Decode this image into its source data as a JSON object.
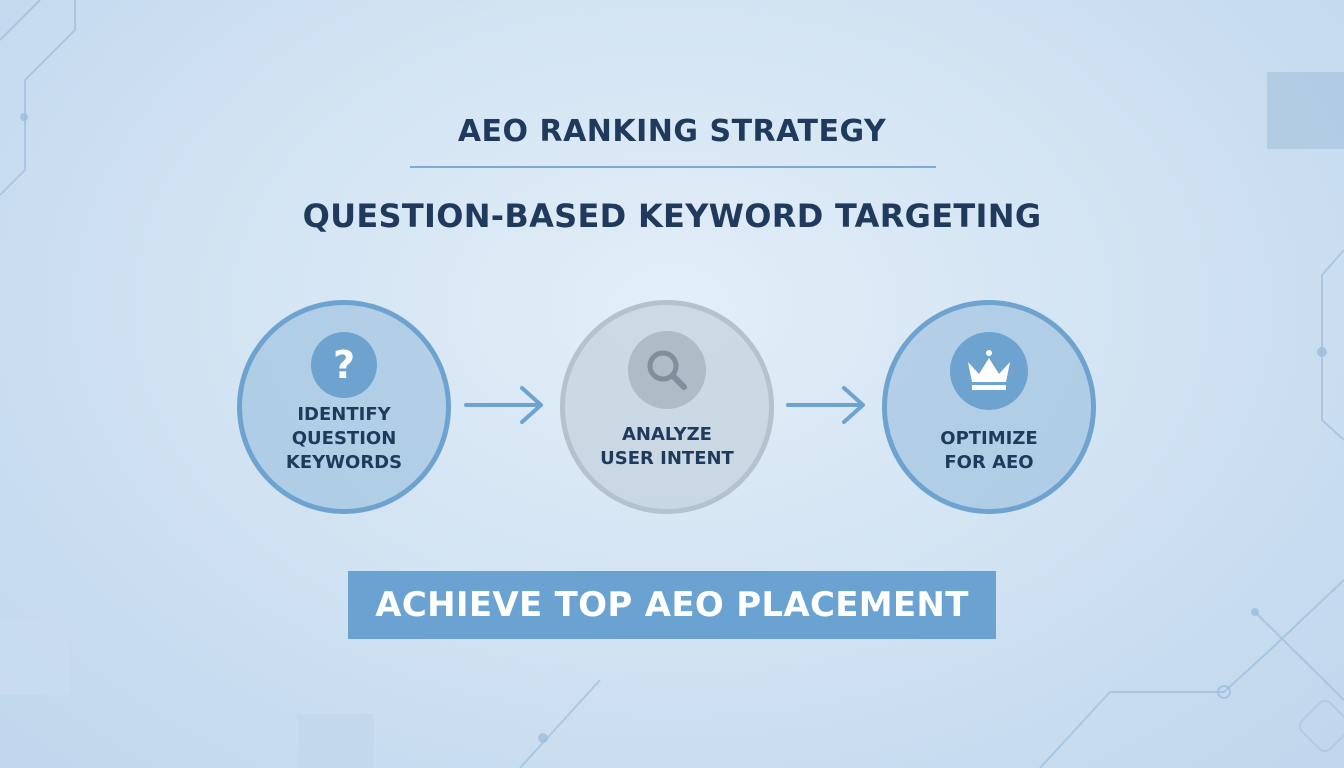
{
  "title": "AEO RANKING STRATEGY",
  "subtitle": "QUESTION-BASED KEYWORD TARGETING",
  "steps": [
    {
      "label": "IDENTIFY\nQUESTION\nKEYWORDS",
      "icon": "question-icon"
    },
    {
      "label": "ANALYZE\nUSER INTENT",
      "icon": "magnifier-icon"
    },
    {
      "label": "OPTIMIZE\nFOR AEO",
      "icon": "crown-icon"
    }
  ],
  "banner": "ACHIEVE TOP AEO PLACEMENT",
  "colors": {
    "accent": "#6ea3cf",
    "neutral": "#b3c2cd",
    "text": "#1f3a5c",
    "banner": "#6aa3d2",
    "background": "#d3e4f3"
  }
}
